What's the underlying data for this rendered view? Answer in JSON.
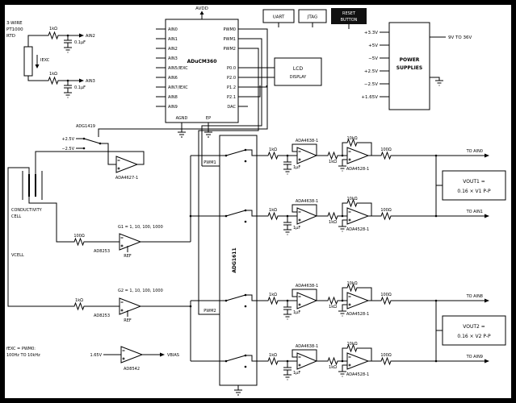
{
  "mcu": {
    "title": "ADuCM360",
    "avdd": "AVDD",
    "left_pins": [
      "AIN0",
      "AIN1",
      "AIN2",
      "AIN3",
      "AIN5/IEXC",
      "AIN6",
      "AIN7/IEXC",
      "AIN8",
      "AIN9"
    ],
    "bottom_pins": [
      "AGND",
      "EP"
    ],
    "right_pins": [
      "PWM0",
      "PWM1",
      "PWM2",
      "P0.0",
      "P2.0",
      "P1.2",
      "P2.1",
      "DAC"
    ]
  },
  "top_boxes": {
    "uart": "UART",
    "jtag": "JTAG",
    "reset1": "RESET",
    "reset2": "BUTTON"
  },
  "lcd": {
    "line1": "LCD",
    "line2": "DISPLAY"
  },
  "power": {
    "title1": "POWER",
    "title2": "SUPPLIES",
    "rails": [
      "+3.3V",
      "+5V",
      "−5V",
      "+2.5V",
      "−2.5V",
      "+1.65V"
    ],
    "input": "9V TO 36V"
  },
  "rtd": {
    "note1": "3-WIRE",
    "note2": "PT1000",
    "note3": "RTD",
    "r_top": "1kΩ",
    "r_bot": "1kΩ",
    "c_top": "0.1µF",
    "c_bot": "0.1µF",
    "ain_top": "AIN2",
    "ain_bot": "AIN3",
    "iexc": "IEXC"
  },
  "exc": {
    "label": "ADG1419",
    "vpos": "+2.5V",
    "vneg": "−2.5V",
    "amp": "ADA4627-1"
  },
  "cell": {
    "line1": "CONDUCTIVITY",
    "line2": "CELL",
    "sense": "VCELL"
  },
  "inamp1": {
    "label": "AD8253",
    "gain": "G1 = 1, 10, 100, 1000",
    "rs": "100Ω",
    "ref": "REF"
  },
  "inamp2": {
    "label": "AD8253",
    "gain": "G2 = 1, 10, 100, 1000",
    "rin": "1kΩ",
    "ref": "REF"
  },
  "mux": {
    "label": "ADG1611",
    "pwm1": "PWM1",
    "pwm2": "PWM2"
  },
  "channels": [
    {
      "r1": "1kΩ",
      "c": "1µF",
      "amp1": "ADA4638-1",
      "r2": "1kΩ",
      "rf": "10kΩ",
      "amp2": "ADA4528-1",
      "ro": "100Ω",
      "out": "TO AIN0"
    },
    {
      "r1": "1kΩ",
      "c": "1µF",
      "amp1": "ADA4638-1",
      "r2": "1kΩ",
      "rf": "10kΩ",
      "amp2": "ADA4528-1",
      "ro": "100Ω",
      "out": "TO AIN1"
    },
    {
      "r1": "1kΩ",
      "c": "1µF",
      "amp1": "ADA4638-1",
      "r2": "1kΩ",
      "rf": "10kΩ",
      "amp2": "ADA4528-1",
      "ro": "100Ω",
      "out": "TO AIN8"
    },
    {
      "r1": "1kΩ",
      "c": "1µF",
      "amp1": "ADA4638-1",
      "r2": "1kΩ",
      "rf": "10kΩ",
      "amp2": "ADA4528-1",
      "ro": "100Ω",
      "out": "TO AIN9"
    }
  ],
  "vout1": {
    "line1": "VOUT1 =",
    "line2": "0.16 × V1 P-P"
  },
  "vout2": {
    "line1": "VOUT2 =",
    "line2": "0.16 × V2 P-P"
  },
  "dacbuf": {
    "in": "1.65V",
    "amp": "AD8542",
    "out": "VBIAS"
  },
  "notes": {
    "line1": "fEXC = PWM0:",
    "line2": "100Hz TO 10kHz"
  }
}
